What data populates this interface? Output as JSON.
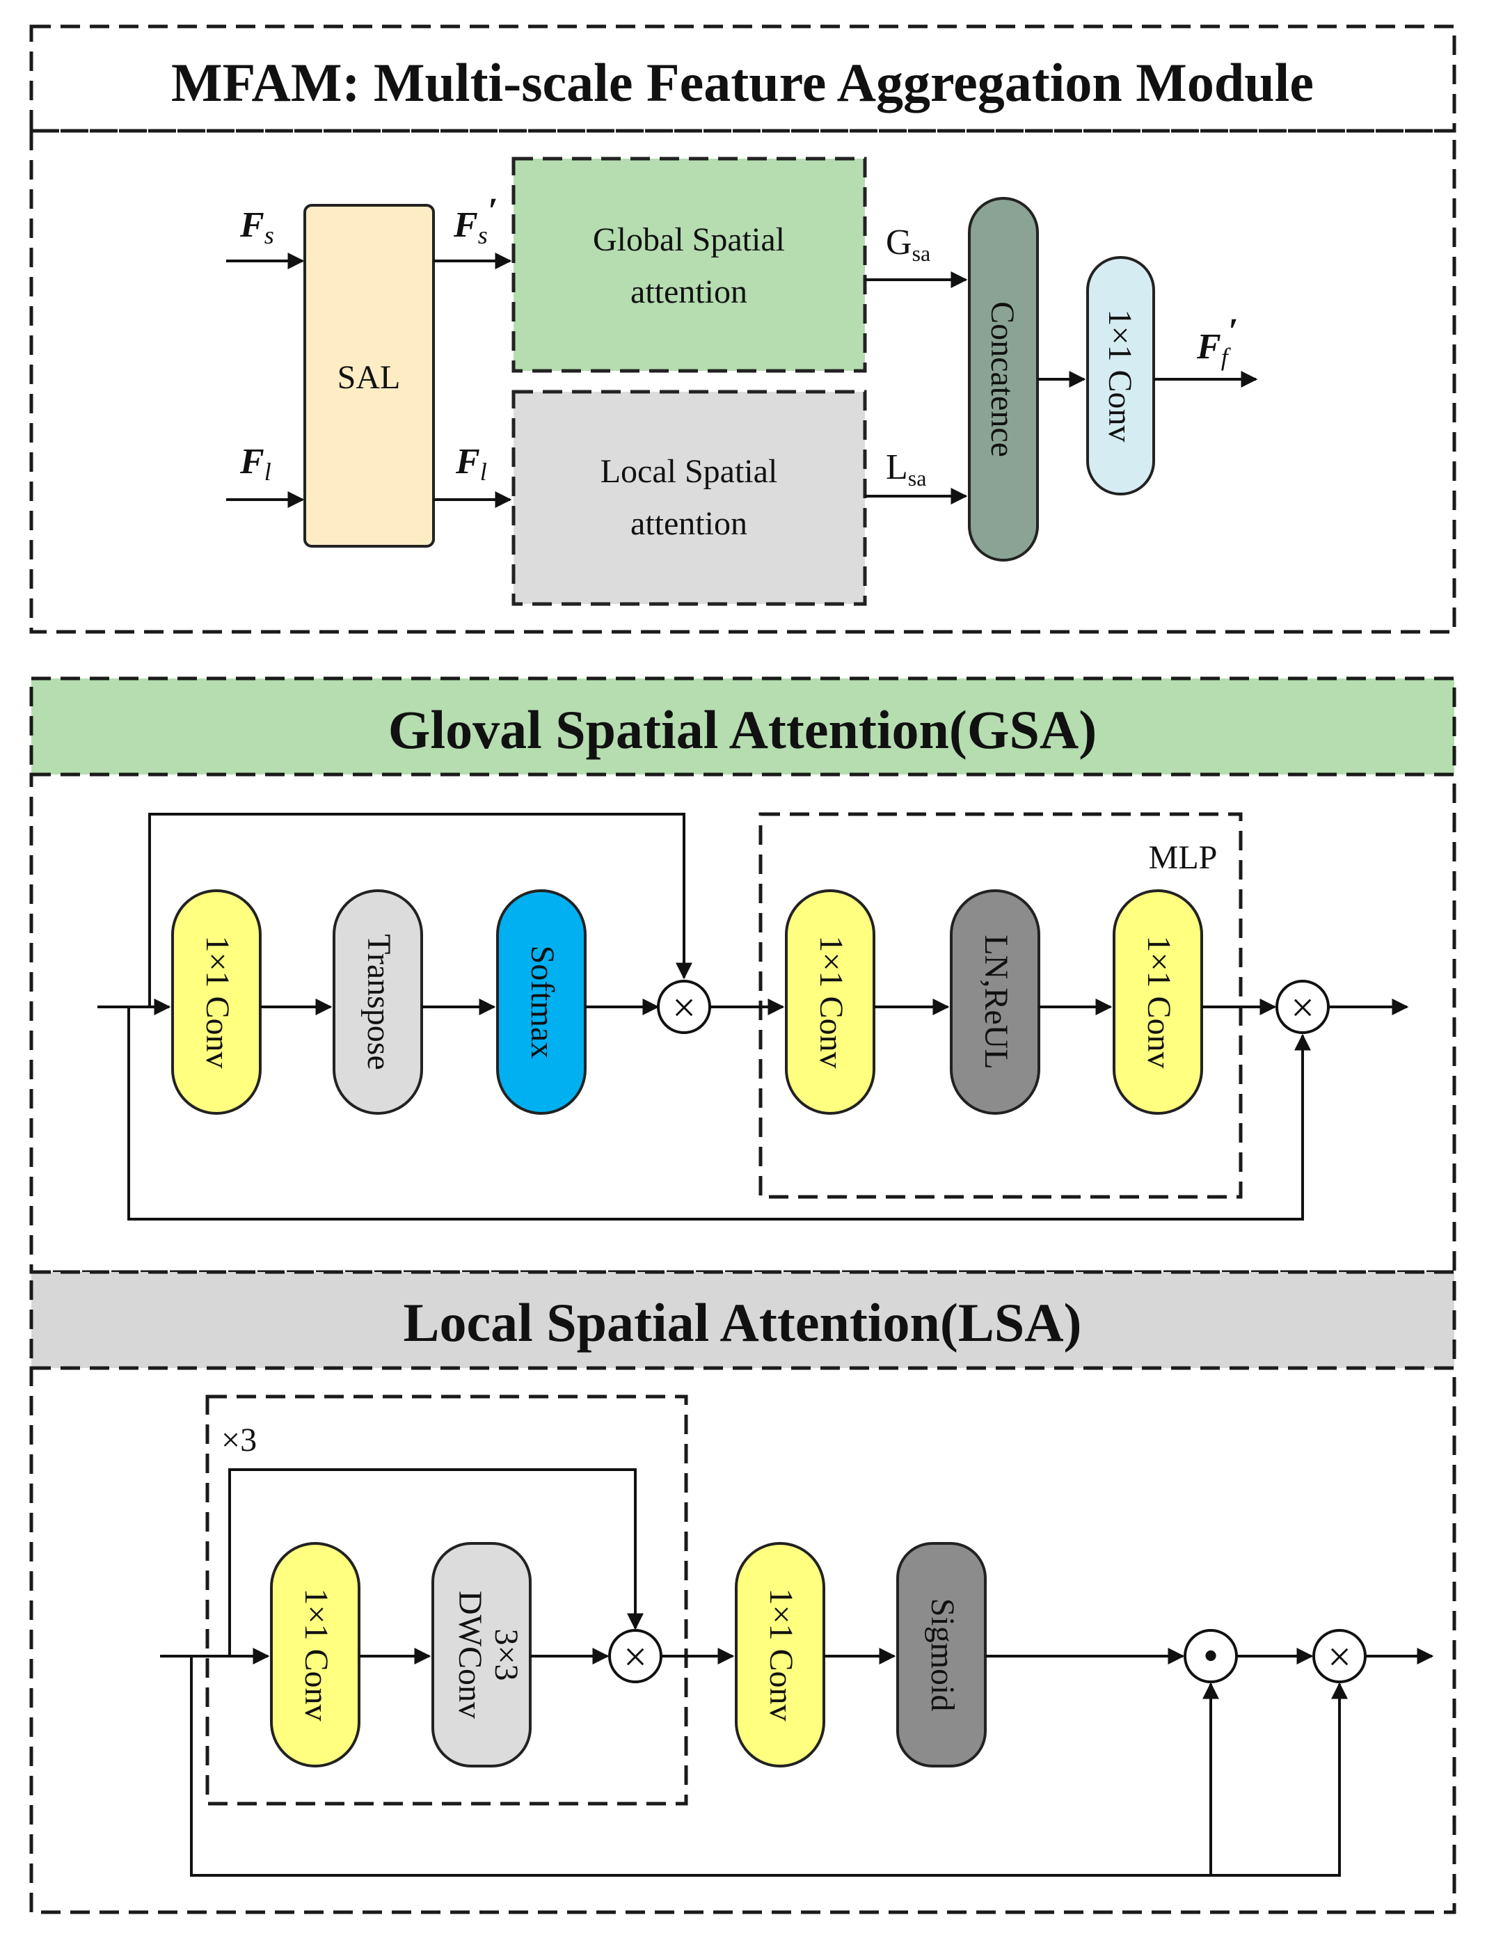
{
  "colors": {
    "yellow": "#ffff80",
    "gray": "#dcdcdc",
    "dark_gray": "#8c8c8c",
    "cyan": "#00b0f0",
    "green": "#b5ddb0",
    "beige": "#fdecc4",
    "teal_dark": "#8aa394",
    "light_blue": "#d6ecf3",
    "header_gray": "#d7d7d7"
  },
  "mfam": {
    "title": "MFAM: Multi-scale Feature Aggregation Module",
    "input_fs": "F",
    "input_fs_sub": "s",
    "input_fl": "F",
    "input_fl_sub": "l",
    "sal": "SAL",
    "out_fs": "F",
    "out_fs_sub": "s",
    "out_fs_prime": "′",
    "out_fl": "F",
    "out_fl_sub": "l",
    "gsa_line1": "Global Spatial",
    "gsa_line2": "attention",
    "lsa_line1": "Local Spatial",
    "lsa_line2": "attention",
    "gsa_out": "G",
    "gsa_out_sub": "sa",
    "lsa_out": "L",
    "lsa_out_sub": "sa",
    "concat": "Concatence",
    "conv": "1×1 Conv",
    "output": "F",
    "output_sub": "f",
    "output_prime": "′"
  },
  "gsa": {
    "title": "Gloval Spatial Attention(GSA)",
    "conv1": "1×1 Conv",
    "transpose": "Transpose",
    "softmax": "Softmax",
    "mult1": "×",
    "mlp_label": "MLP",
    "mlp_conv1": "1×1 Conv",
    "mlp_ln": "LN,ReUL",
    "mlp_conv2": "1×1 Conv",
    "mult2": "×"
  },
  "lsa": {
    "title": "Local Spatial Attention(LSA)",
    "repeat": "×3",
    "conv1": "1×1 Conv",
    "dwconv_line1": "3×3",
    "dwconv_line2": "DWConv",
    "mult1": "×",
    "conv2": "1×1 Conv",
    "sigmoid": "Sigmoid",
    "dot": "•",
    "mult2": "×"
  }
}
